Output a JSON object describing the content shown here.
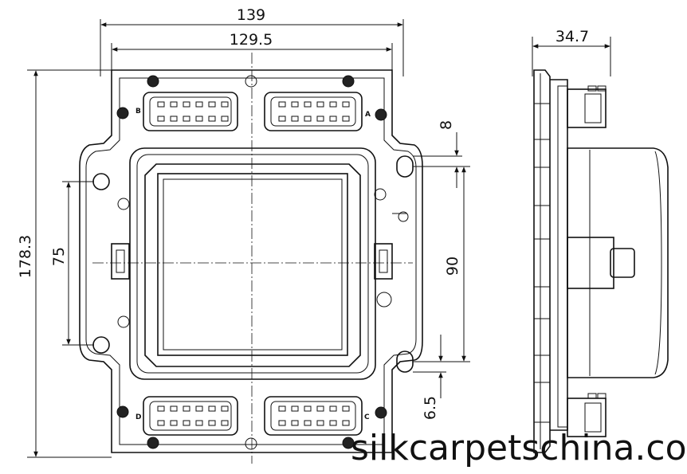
{
  "dimensions": {
    "overall_width": "139",
    "inner_width": "129.5",
    "depth": "34.7",
    "overall_height": "178.3",
    "left_hole_spacing": "75",
    "right_hole_spacing": "90",
    "top_offset": "8",
    "bottom_offset": "6.5"
  },
  "connectors": {
    "top_left": "B",
    "top_right": "A",
    "bottom_left": "D",
    "bottom_right": "C"
  },
  "watermark": "silkcarpetschina.co"
}
